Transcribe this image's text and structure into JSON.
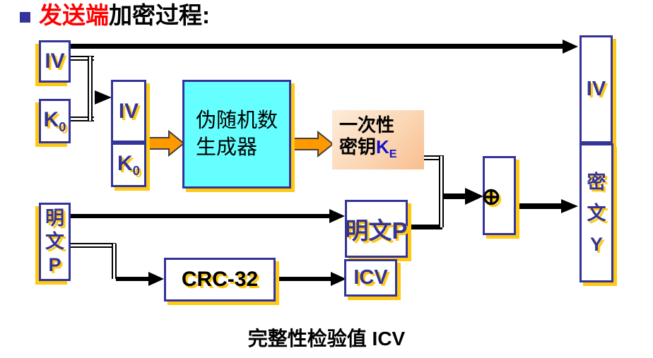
{
  "title": {
    "highlight": "发送端",
    "rest": "加密过程:"
  },
  "boxes": {
    "iv_top_left": {
      "label": "IV"
    },
    "k0_left": {
      "main": "K",
      "sub": "0"
    },
    "iv_second": {
      "label": "IV"
    },
    "k0_second": {
      "main": "K",
      "sub": "0"
    },
    "prng": {
      "line1": "伪随机数",
      "line2": "生成器"
    },
    "one_time_key": {
      "line1": "一次性",
      "prefix": "密钥",
      "key_main": "K",
      "key_sub": "E"
    },
    "plaintext_left": {
      "chars": [
        "明",
        "文",
        "P"
      ]
    },
    "crc32": {
      "label": "CRC-32"
    },
    "plaintext_mid": {
      "label": "明文P"
    },
    "icv": {
      "label": "ICV"
    },
    "xor": {
      "symbol": "⊕"
    },
    "iv_right": {
      "label": "IV"
    },
    "ciphertext": {
      "chars": [
        "密",
        "文",
        "Y"
      ]
    }
  },
  "caption": "完整性检验值 ICV",
  "colors": {
    "navy": "#333399",
    "yellow_shadow": "#FFC913",
    "cyan_fill": "#66FFFF",
    "orange_arrow": "#FF9900",
    "key_label_peach": "#F9BE8F",
    "title_red": "#FF0000",
    "key_blue": "#1111CC"
  }
}
